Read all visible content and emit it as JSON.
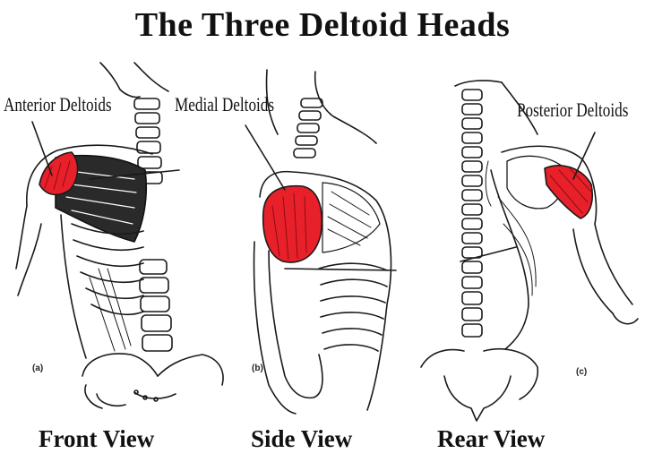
{
  "title": "The Three Deltoid Heads",
  "panels": [
    {
      "tag": "(a)",
      "label": "Anterior Deltoids",
      "caption": "Front View"
    },
    {
      "tag": "(b)",
      "label": "Medial Deltoids",
      "caption": "Side View"
    },
    {
      "tag": "(c)",
      "label": "Posterior Deltoids",
      "caption": "Rear View"
    }
  ],
  "colors": {
    "highlight": "#e8202a",
    "ink": "#1a1a1a",
    "paper": "#ffffff"
  }
}
